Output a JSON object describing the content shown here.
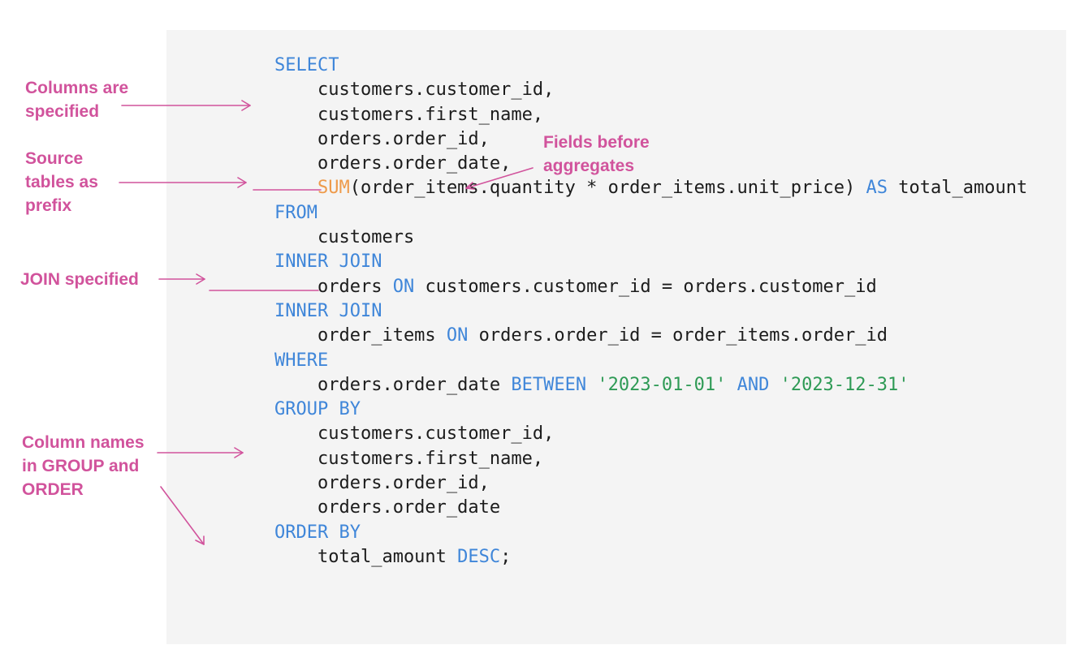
{
  "colors": {
    "background": "#ffffff",
    "panel": "#f4f4f4",
    "code_text": "#1c1c1c",
    "keyword": "#3f86d9",
    "function": "#ee9a4a",
    "string": "#2e9a55",
    "annotation": "#d1539c"
  },
  "code": {
    "lines": [
      [
        {
          "t": "SELECT",
          "c": "kw"
        }
      ],
      [
        {
          "t": "    customers.customer_id,"
        }
      ],
      [
        {
          "t": "    customers.first_name,"
        }
      ],
      [
        {
          "t": "    orders.order_id,"
        }
      ],
      [
        {
          "t": "    orders.order_date,"
        }
      ],
      [
        {
          "t": "    "
        },
        {
          "t": "SUM",
          "c": "fn"
        },
        {
          "t": "(order_items.quantity * order_items.unit_price) "
        },
        {
          "t": "AS",
          "c": "kw"
        },
        {
          "t": " total_amount"
        }
      ],
      [
        {
          "t": "FROM",
          "c": "kw"
        }
      ],
      [
        {
          "t": "    customers"
        }
      ],
      [
        {
          "t": "INNER JOIN",
          "c": "kw"
        }
      ],
      [
        {
          "t": "    orders "
        },
        {
          "t": "ON",
          "c": "kw"
        },
        {
          "t": " customers.customer_id = orders.customer_id"
        }
      ],
      [
        {
          "t": "INNER JOIN",
          "c": "kw"
        }
      ],
      [
        {
          "t": "    order_items "
        },
        {
          "t": "ON",
          "c": "kw"
        },
        {
          "t": " orders.order_id = order_items.order_id"
        }
      ],
      [
        {
          "t": "WHERE",
          "c": "kw"
        }
      ],
      [
        {
          "t": "    orders.order_date "
        },
        {
          "t": "BETWEEN",
          "c": "kw"
        },
        {
          "t": " "
        },
        {
          "t": "'2023-01-01'",
          "c": "str"
        },
        {
          "t": " "
        },
        {
          "t": "AND",
          "c": "kw"
        },
        {
          "t": " "
        },
        {
          "t": "'2023-12-31'",
          "c": "str"
        }
      ],
      [
        {
          "t": "GROUP BY",
          "c": "kw"
        }
      ],
      [
        {
          "t": "    customers.customer_id,"
        }
      ],
      [
        {
          "t": "    customers.first_name,"
        }
      ],
      [
        {
          "t": "    orders.order_id,"
        }
      ],
      [
        {
          "t": "    orders.order_date"
        }
      ],
      [
        {
          "t": "ORDER BY",
          "c": "kw"
        }
      ],
      [
        {
          "t": "    total_amount "
        },
        {
          "t": "DESC",
          "c": "kw"
        },
        {
          "t": ";"
        }
      ]
    ]
  },
  "annotations": {
    "columns_specified": "Columns are\nspecified",
    "source_tables": "Source\ntables as\nprefix",
    "join_specified": "JOIN specified",
    "group_order": "Column names\nin GROUP and\nORDER",
    "fields_before_aggregates": "Fields before\naggregates"
  }
}
